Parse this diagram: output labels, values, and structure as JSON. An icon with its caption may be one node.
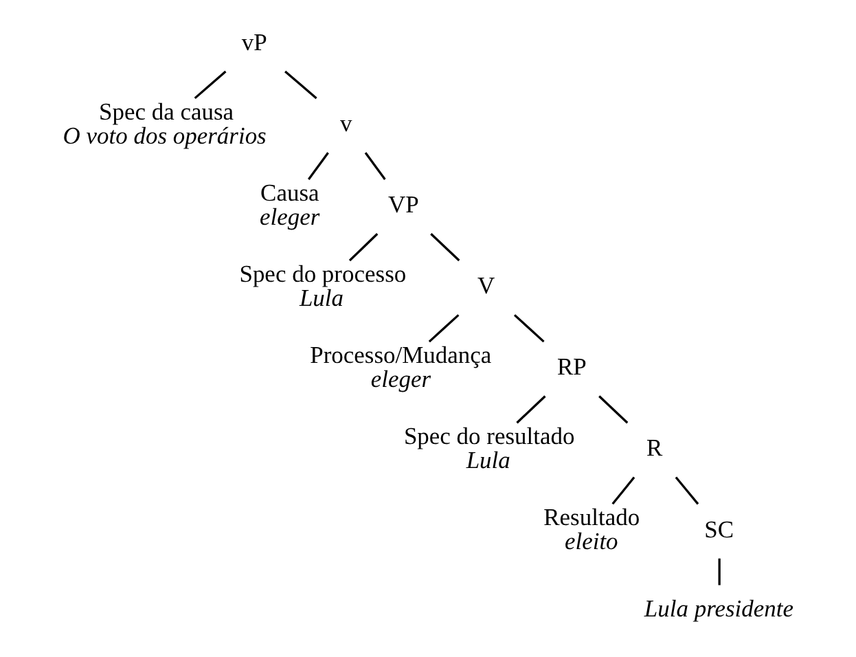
{
  "diagram": {
    "nodes": [
      {
        "text": [
          "vP"
        ]
      },
      {
        "text": [
          "Spec da causa",
          "O voto dos operários"
        ]
      },
      {
        "text": [
          "v"
        ]
      },
      {
        "text": [
          "Causa",
          "eleger"
        ]
      },
      {
        "text": [
          "VP"
        ]
      },
      {
        "text": [
          "Spec do processo",
          "Lula"
        ]
      },
      {
        "text": [
          "V"
        ]
      },
      {
        "text": [
          "Processo/Mudança",
          "eleger"
        ]
      },
      {
        "text": [
          "RP"
        ]
      },
      {
        "text": [
          "Spec do resultado",
          "Lula"
        ]
      },
      {
        "text": [
          "R"
        ]
      },
      {
        "text": [
          "Resultado",
          "eleito"
        ]
      },
      {
        "text": [
          "SC"
        ]
      },
      {
        "text": [
          "Lula presidente"
        ]
      }
    ],
    "edges": [
      {
        "from": 0,
        "to": 1,
        "arrow": "none"
      },
      {
        "from": 0,
        "to": 2,
        "arrow": "none"
      },
      {
        "from": 2,
        "to": 3,
        "arrow": "none"
      },
      {
        "from": 2,
        "to": 4,
        "arrow": "none"
      },
      {
        "from": 4,
        "to": 5,
        "arrow": "none"
      },
      {
        "from": 4,
        "to": 6,
        "arrow": "none"
      },
      {
        "from": 6,
        "to": 7,
        "arrow": "none"
      },
      {
        "from": 6,
        "to": 8,
        "arrow": "none"
      },
      {
        "from": 8,
        "to": 9,
        "arrow": "none"
      },
      {
        "from": 8,
        "to": 10,
        "arrow": "none"
      },
      {
        "from": 10,
        "to": 11,
        "arrow": "none"
      },
      {
        "from": 10,
        "to": 12,
        "arrow": "none"
      },
      {
        "from": 12,
        "to": 13,
        "arrow": "none"
      }
    ]
  }
}
